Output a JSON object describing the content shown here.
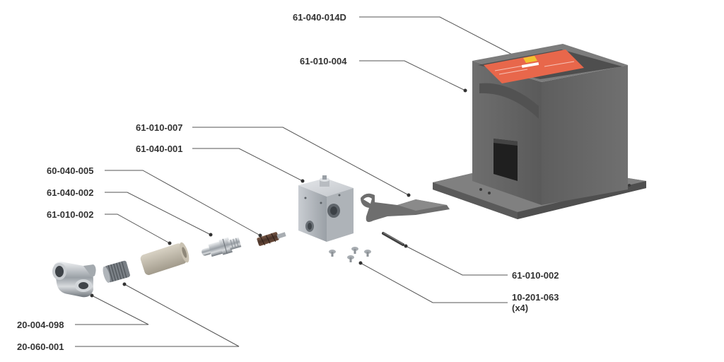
{
  "diagram": {
    "callouts": [
      {
        "id": "c1",
        "label": "61-040-014D"
      },
      {
        "id": "c2",
        "label": "61-010-004"
      },
      {
        "id": "c3",
        "label": "61-010-007"
      },
      {
        "id": "c4",
        "label": "61-040-001"
      },
      {
        "id": "c5",
        "label": "60-040-005"
      },
      {
        "id": "c6",
        "label": "61-040-002"
      },
      {
        "id": "c7",
        "label": "61-010-002"
      },
      {
        "id": "c8",
        "label": "61-010-002"
      },
      {
        "id": "c9",
        "label": "10-201-063",
        "qty": "(x4)"
      },
      {
        "id": "c10",
        "label": "20-004-098"
      },
      {
        "id": "c11",
        "label": "20-060-001"
      }
    ]
  }
}
